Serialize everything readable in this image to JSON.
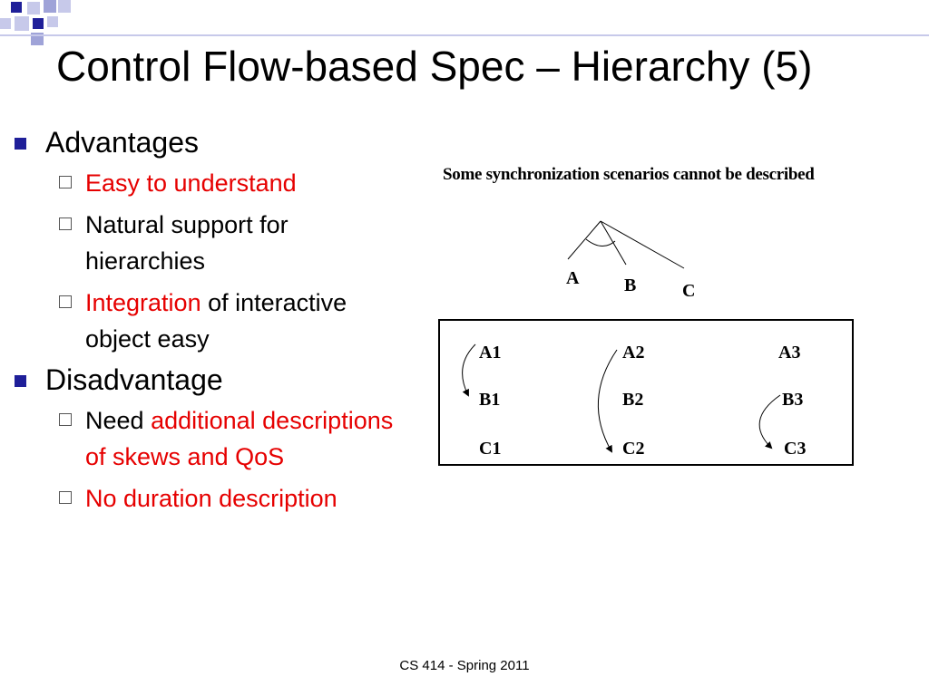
{
  "slide": {
    "title": "Control Flow-based Spec – Hierarchy (5)",
    "footer": "CS 414 - Spring 2011",
    "accent_color": "#1f1f99",
    "highlight_color": "#e60000",
    "bullets": [
      {
        "label": "Advantages",
        "items": [
          {
            "parts": [
              "Easy to understand"
            ]
          },
          {
            "parts": [
              "Natural support for hierarchies"
            ]
          },
          {
            "parts": [
              "Integration",
              " of interactive object easy"
            ]
          }
        ]
      },
      {
        "label": "Disadvantage",
        "items": [
          {
            "parts": [
              "Need ",
              "additional descriptions of skews and QoS"
            ]
          },
          {
            "parts": [
              "No duration description"
            ]
          }
        ]
      }
    ]
  },
  "diagram": {
    "caption": "Some synchronization scenarios cannot be described",
    "tree_nodes": [
      "A",
      "B",
      "C"
    ],
    "grid": [
      [
        "A1",
        "A2",
        "A3"
      ],
      [
        "B1",
        "B2",
        "B3"
      ],
      [
        "C1",
        "C2",
        "C3"
      ]
    ]
  }
}
